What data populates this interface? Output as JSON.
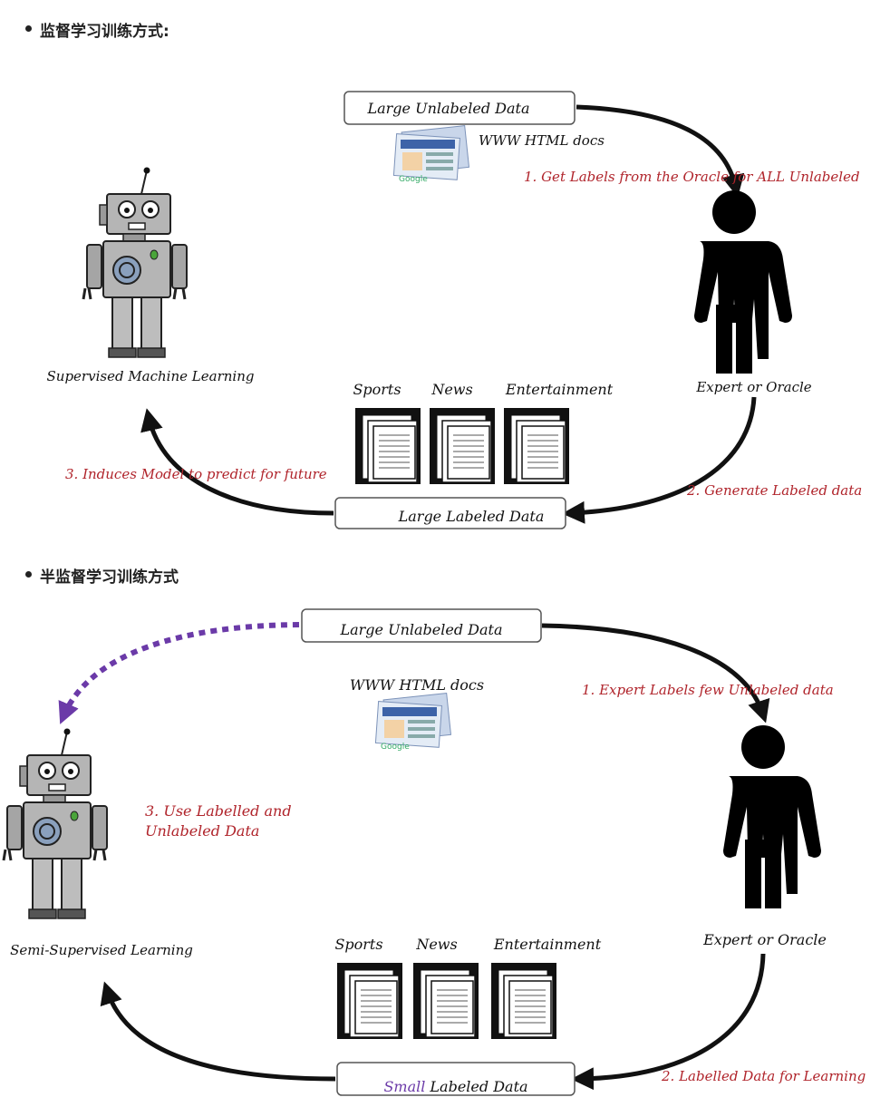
{
  "sections": [
    {
      "bullet": "监督学习训练方式:",
      "unlabeled_box": "Large Unlabeled Data",
      "docs_label": "WWW HTML docs",
      "step1": "1. Get Labels from the Oracle for ALL Unlabeled",
      "oracle_label": "Expert or Oracle",
      "robot_label": "Supervised Machine Learning",
      "categories": [
        "Sports",
        "News",
        "Entertainment"
      ],
      "step2": "2. Generate Labeled data",
      "labeled_box": "Large Labeled Data",
      "step3": "3. Induces Model to predict for future"
    },
    {
      "bullet": "半监督学习训练方式",
      "unlabeled_box": "Large Unlabeled Data",
      "docs_label": "WWW HTML docs",
      "step1": "1. Expert Labels few Unlabeled data",
      "oracle_label": "Expert or Oracle",
      "robot_label": "Semi-Supervised Learning",
      "step3_line1": "3. Use  Labelled and",
      "step3_line2": "Unlabeled Data",
      "categories": [
        "Sports",
        "News",
        "Entertainment"
      ],
      "step2": "2. Labelled Data for Learning",
      "labeled_box_highlight": "Small",
      "labeled_box_rest": " Labeled Data"
    }
  ],
  "colors": {
    "annotation": "#b0242b",
    "dashed_arrow": "#6b3aa8",
    "highlight": "#6b3aa8"
  }
}
